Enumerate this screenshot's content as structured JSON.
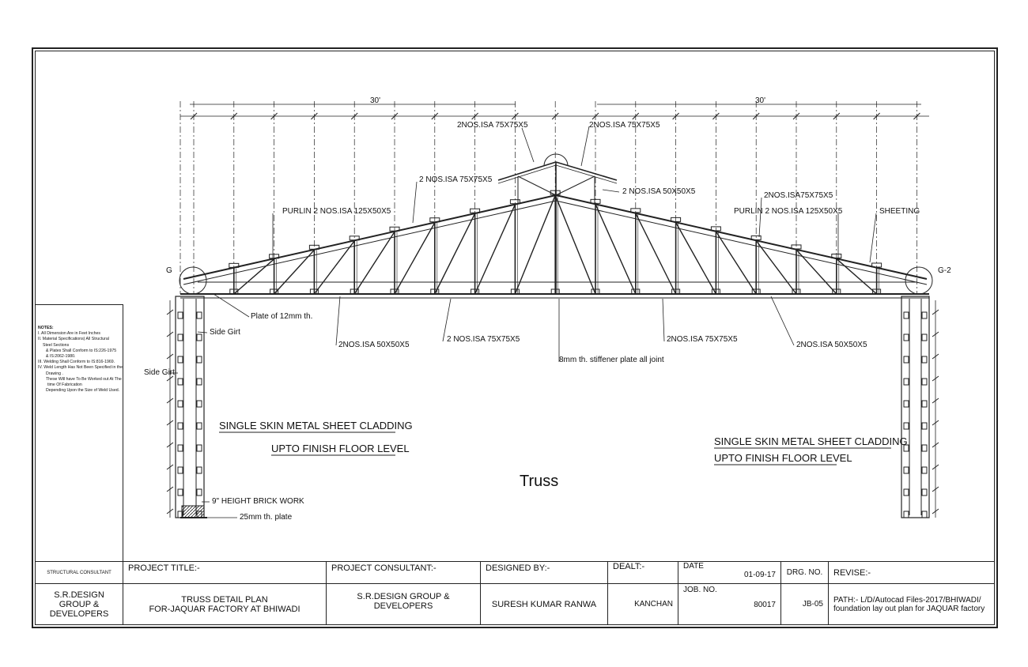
{
  "drawing": {
    "title": "Truss",
    "dimensions": {
      "overall_left": "30'",
      "overall_right": "30'"
    },
    "labels": {
      "top_left_angle": "2NOS.ISA 75X75X5",
      "top_right_angle": "2NOS.ISA 75X75X5",
      "rafter_left": "2 NOS.ISA 75X75X5",
      "lantern_brace": "2 NOS.ISA 50X50X5",
      "rafter_right": "2NOS.ISA75X75X5",
      "purlin_left": "PURLIN 2 NOS.ISA 125X50X5",
      "purlin_right": "PURLIN 2 NOS.ISA 125X50X5",
      "sheeting": "SHEETING",
      "detail_left": "G",
      "detail_right": "G-2",
      "plate": "Plate of 12mm th.",
      "side_girt_1": "Side Girt",
      "side_girt_2": "Side Girt",
      "web_left": "2NOS.ISA 50X50X5",
      "bottom_left": "2 NOS.ISA 75X75X5",
      "stiffener": "8mm th. stiffener plate all joint",
      "bottom_right": "2NOS.ISA 75X75X5",
      "web_right": "2NOS.ISA 50X50X5",
      "cladding_left_1": "SINGLE SKIN METAL SHEET CLADDING",
      "cladding_left_2": "UPTO FINISH FLOOR LEVEL",
      "cladding_right_1": "SINGLE SKIN METAL SHEET CLADDING",
      "cladding_right_2": "UPTO FINISH FLOOR LEVEL",
      "brick_work": "9\" HEIGHT BRICK WORK",
      "base_plate": "25mm th. plate"
    }
  },
  "notes": [
    "NOTES:",
    "I. All Dimension Are in Feet Inches",
    "II. Material Specifications) All Structural",
    "   Steel Sections",
    "   & Plates Shall Conform to IS:226-1975",
    "   & IS:2062-1980.",
    "III. Welding Shall Conform to IS:816-1969.",
    "IV. Weld Length Has Not Been Specified in the",
    "   Drawing .",
    "   These Will have To Be Worked out At The",
    "   time Of Fabrication",
    "   Depending Upon the Size of Weld Used."
  ],
  "title_block": {
    "structural_consultant_label": "STRUCTURAL CONSULTANT",
    "structural_consultant": "S.R.DESIGN GROUP & DEVELOPERS",
    "project_title_label": "PROJECT TITLE:-",
    "project_title_1": "TRUSS DETAIL PLAN",
    "project_title_2": "FOR-JAQUAR FACTORY AT BHIWADI",
    "project_consultant_label": "PROJECT CONSULTANT:-",
    "project_consultant": "S.R.DESIGN GROUP & DEVELOPERS",
    "designed_by_label": "DESIGNED BY:-",
    "designed_by": "SURESH KUMAR RANWA",
    "dealt_label": "DEALT:-",
    "dealt": "KANCHAN",
    "date_label": "DATE",
    "date": "01-09-17",
    "job_no_label": "JOB. NO.",
    "job_no": "80017",
    "drg_no_label": "DRG. NO.",
    "drg_no": "JB-05",
    "revise_label": "REVISE:-",
    "path_1": "PATH:- L/D/Autocad Files-2017/BHIWADI/",
    "path_2": "foundation lay out plan for JAQUAR factory"
  }
}
